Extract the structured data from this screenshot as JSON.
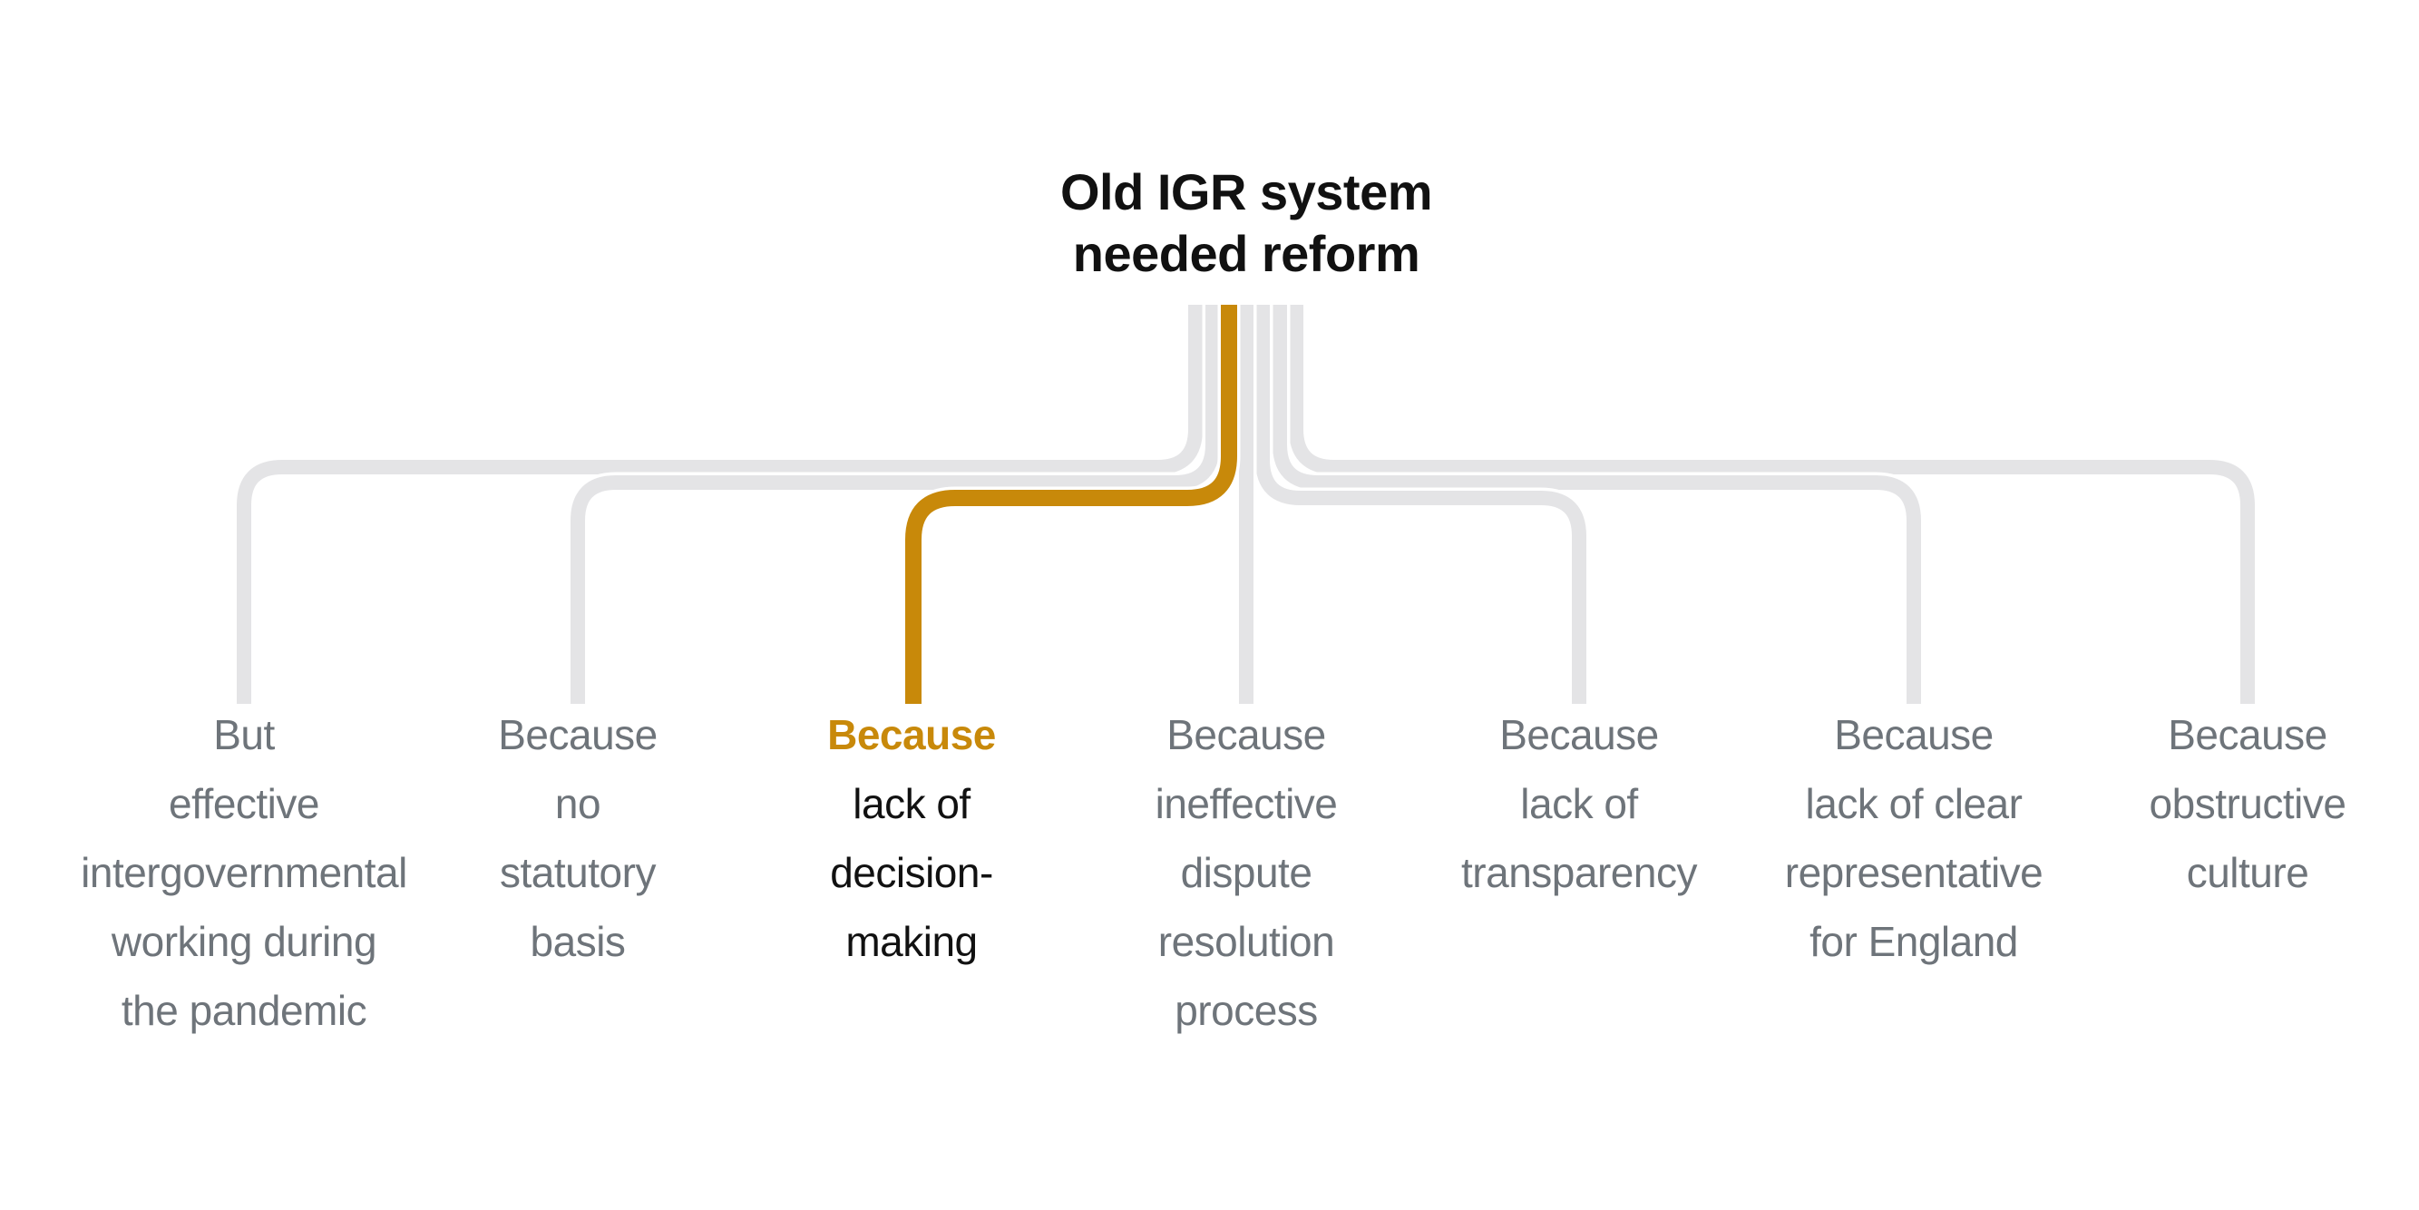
{
  "colors": {
    "accent": "#C8890A",
    "line_gray": "#E4E4E6",
    "text_gray": "#6E747A",
    "text_black": "#111111",
    "background": "#FFFFFF"
  },
  "root": {
    "title": "Old IGR system\nneeded reform"
  },
  "nodes": [
    {
      "keyword": "But",
      "body": "effective\nintergovernmental\nworking during\nthe pandemic",
      "highlight": false
    },
    {
      "keyword": "Because",
      "body": "no\nstatutory\nbasis",
      "highlight": false
    },
    {
      "keyword": "Because",
      "body": "lack of\ndecision-\nmaking",
      "highlight": true
    },
    {
      "keyword": "Because",
      "body": "ineffective\ndispute\nresolution\nprocess",
      "highlight": false
    },
    {
      "keyword": "Because",
      "body": "lack of\ntransparency",
      "highlight": false
    },
    {
      "keyword": "Because",
      "body": "lack of clear\nrepresentative\nfor England",
      "highlight": false
    },
    {
      "keyword": "Because",
      "body": "obstructive\nculture",
      "highlight": false
    }
  ]
}
